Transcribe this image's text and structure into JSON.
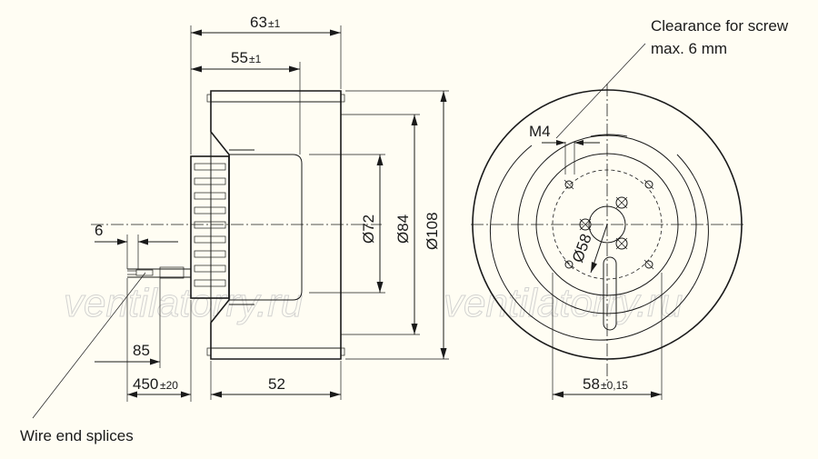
{
  "side_view": {
    "dim_overall_width": {
      "value": "63",
      "tol": "±1"
    },
    "dim_inlet_depth": {
      "value": "55",
      "tol": "±1"
    },
    "dim_body_width": "52",
    "dim_d72": "Ø72",
    "dim_d84": "Ø84",
    "dim_d108": "Ø108",
    "dim_wire_offset": "6",
    "dim_wire_85": "85",
    "dim_wire_length": {
      "value": "450",
      "tol": "±20"
    }
  },
  "front_view": {
    "thread_label": "M4",
    "bolt_circle_label": "Ø58",
    "dim_slot_spacing": {
      "value": "58",
      "tol": "±0,15"
    }
  },
  "notes": {
    "clearance_line1": "Clearance for screw",
    "clearance_line2": "max. 6 mm",
    "wire_splices": "Wire end splices"
  },
  "watermark": {
    "left": "ventilatorry.ru",
    "right": "ventilatorry.ru"
  }
}
